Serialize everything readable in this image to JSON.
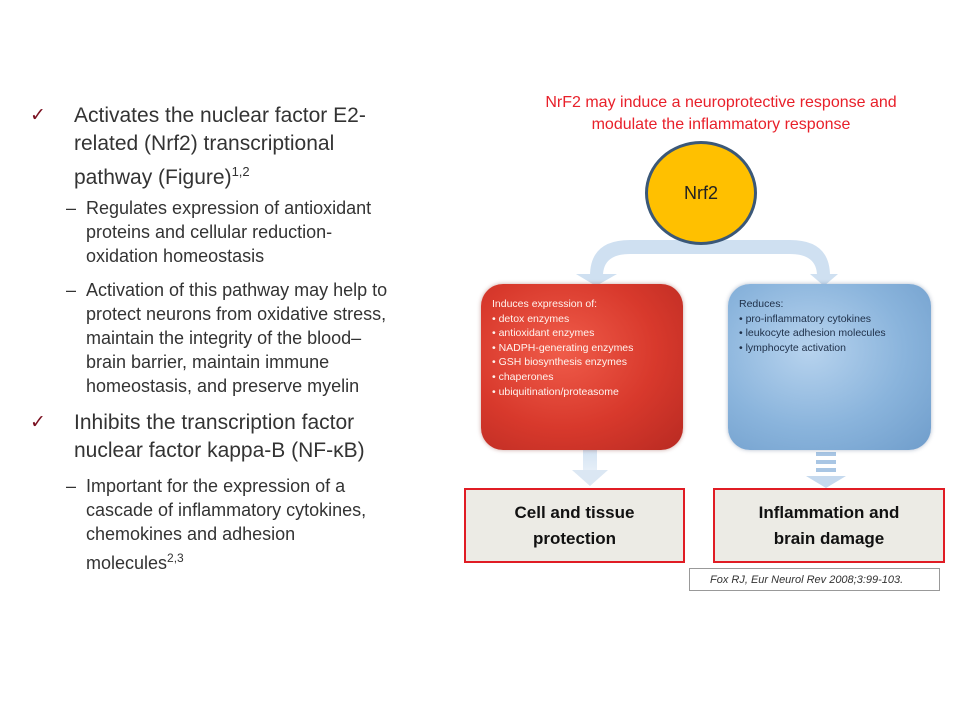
{
  "left": {
    "bullet1": {
      "check": "✓",
      "line1": "Activates the nuclear factor E2-",
      "line2": "related (Nrf2) transcriptional",
      "line3": "pathway (Figure)",
      "sup": "1,2"
    },
    "sub1": {
      "dash": "–",
      "lines": [
        "Regulates expression of antioxidant",
        "proteins and cellular reduction-",
        "oxidation homeostasis"
      ]
    },
    "sub2": {
      "dash": "–",
      "lines": [
        "Activation of this pathway may help to",
        "protect neurons from oxidative stress,",
        "maintain the integrity of the blood–",
        "brain barrier, maintain immune",
        "homeostasis, and preserve myelin"
      ]
    },
    "bullet2": {
      "check": "✓",
      "line1": "Inhibits the transcription factor",
      "line2": "nuclear factor kappa-B (NF-κB)"
    },
    "sub3": {
      "dash": "–",
      "lines": [
        "Important for the expression of a",
        "cascade of inflammatory cytokines,",
        "chemokines and adhesion"
      ],
      "last_line": "molecules",
      "sup": "2,3"
    }
  },
  "diagram": {
    "caption_line1": "NrF2 may induce a neuroprotective response and",
    "caption_line2": "modulate the inflammatory response",
    "node": "Nrf2",
    "left_panel": {
      "heading": "Induces expression of:",
      "items": [
        "detox enzymes",
        "antioxidant enzymes",
        "NADPH-generating enzymes",
        "GSH biosynthesis enzymes",
        "chaperones",
        "ubiquitination/proteasome"
      ]
    },
    "right_panel": {
      "heading": "Reduces:",
      "items": [
        "pro-inflammatory cytokines",
        "leukocyte adhesion molecules",
        "lymphocyte activation"
      ]
    },
    "outcome_left_line1": "Cell and tissue",
    "outcome_left_line2": "protection",
    "outcome_right_line1": "Inflammation and",
    "outcome_right_line2": "brain damage",
    "reference": "Fox RJ, Eur Neurol Rev 2008;3:99-103.",
    "colors": {
      "caption": "#e8202a",
      "node_fill": "#ffc000",
      "node_border": "#3b5878",
      "left_panel": "#d8392c",
      "right_panel": "#8ab4dc",
      "arrow": "#cfe0f1",
      "outcome_border": "#e01c24",
      "outcome_fill": "#ecebe5"
    }
  }
}
